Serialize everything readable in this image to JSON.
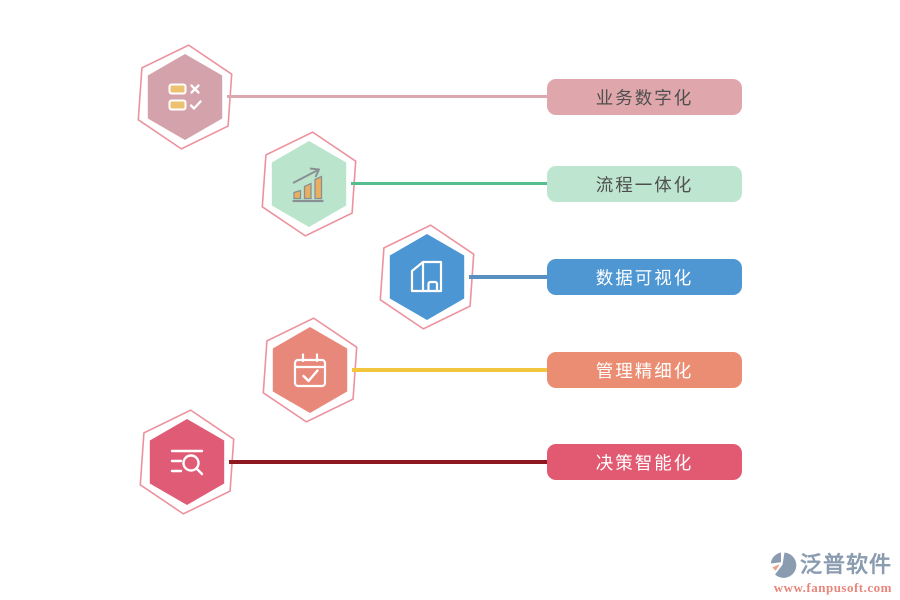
{
  "items": [
    {
      "label": "业务数字化",
      "icon": "checklist-vote-icon",
      "hex_fill": "#d3a2aa",
      "label_bg": "#dfa6ac",
      "label_color": "#4f4f4f",
      "line_color": "#dca7ae"
    },
    {
      "label": "流程一体化",
      "icon": "bar-chart-growth-icon",
      "hex_fill": "#bbe4cc",
      "label_bg": "#bee5cf",
      "label_color": "#4f4f4f",
      "line_color": "#56bd8e"
    },
    {
      "label": "数据可视化",
      "icon": "building-warehouse-icon",
      "hex_fill": "#4d96d4",
      "label_bg": "#4e97d2",
      "label_color": "#ffffff",
      "line_color": "#5a8fc2"
    },
    {
      "label": "管理精细化",
      "icon": "calendar-check-icon",
      "hex_fill": "#e8887a",
      "label_bg": "#ea8d72",
      "label_color": "#ffffff",
      "line_color": "#f2c53d"
    },
    {
      "label": "决策智能化",
      "icon": "search-list-icon",
      "hex_fill": "#e05c76",
      "label_bg": "#e25a72",
      "label_color": "#ffffff",
      "line_color": "#8e181f"
    }
  ],
  "palette": {
    "hex_outline": "#ec929e",
    "icon_gold": "#ecc272",
    "icon_bar_gold": "#eaaf5e",
    "icon_gray": "#8a8f94"
  },
  "watermark": {
    "brand": "泛普软件",
    "url": "www.fanpusoft.com",
    "brand_color": "#8b9cb1",
    "url_color": "#e9867b",
    "logo": "fanpu-swirl-logo-icon"
  }
}
